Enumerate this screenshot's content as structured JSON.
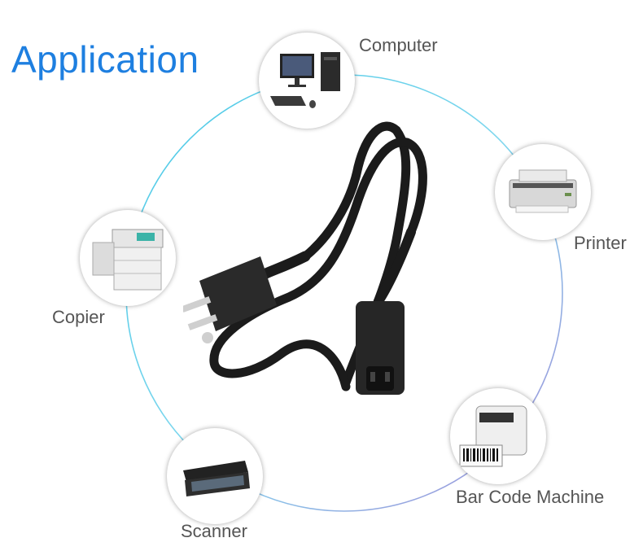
{
  "title": "Application",
  "devices": [
    {
      "label": "Computer",
      "icon": "computer-icon"
    },
    {
      "label": "Printer",
      "icon": "printer-icon"
    },
    {
      "label": "Copier",
      "icon": "copier-icon"
    },
    {
      "label": "Bar Code Machine",
      "icon": "barcode-printer-icon"
    },
    {
      "label": "Scanner",
      "icon": "scanner-icon"
    }
  ],
  "product": {
    "icon": "power-cord-icon"
  },
  "colors": {
    "title": "#1e7fe0",
    "ring_start": "#45c8e6",
    "ring_end": "#a58ad8",
    "cord": "#1a1a1a"
  }
}
